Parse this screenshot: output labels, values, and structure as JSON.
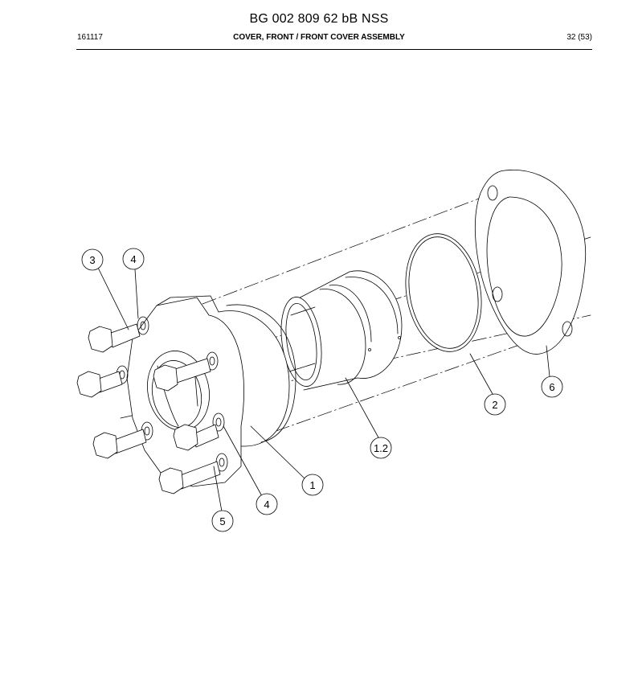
{
  "header": {
    "title": "BG 002 809 62 bB NSS",
    "date_code": "161117",
    "section": "COVER, FRONT / FRONT COVER ASSEMBLY",
    "page": "32 (53)"
  },
  "callouts": [
    {
      "id": "3",
      "label": "3"
    },
    {
      "id": "4a",
      "label": "4"
    },
    {
      "id": "1.2",
      "label": "1.2"
    },
    {
      "id": "2",
      "label": "2"
    },
    {
      "id": "6",
      "label": "6"
    },
    {
      "id": "1",
      "label": "1"
    },
    {
      "id": "4b",
      "label": "4"
    },
    {
      "id": "5",
      "label": "5"
    }
  ]
}
